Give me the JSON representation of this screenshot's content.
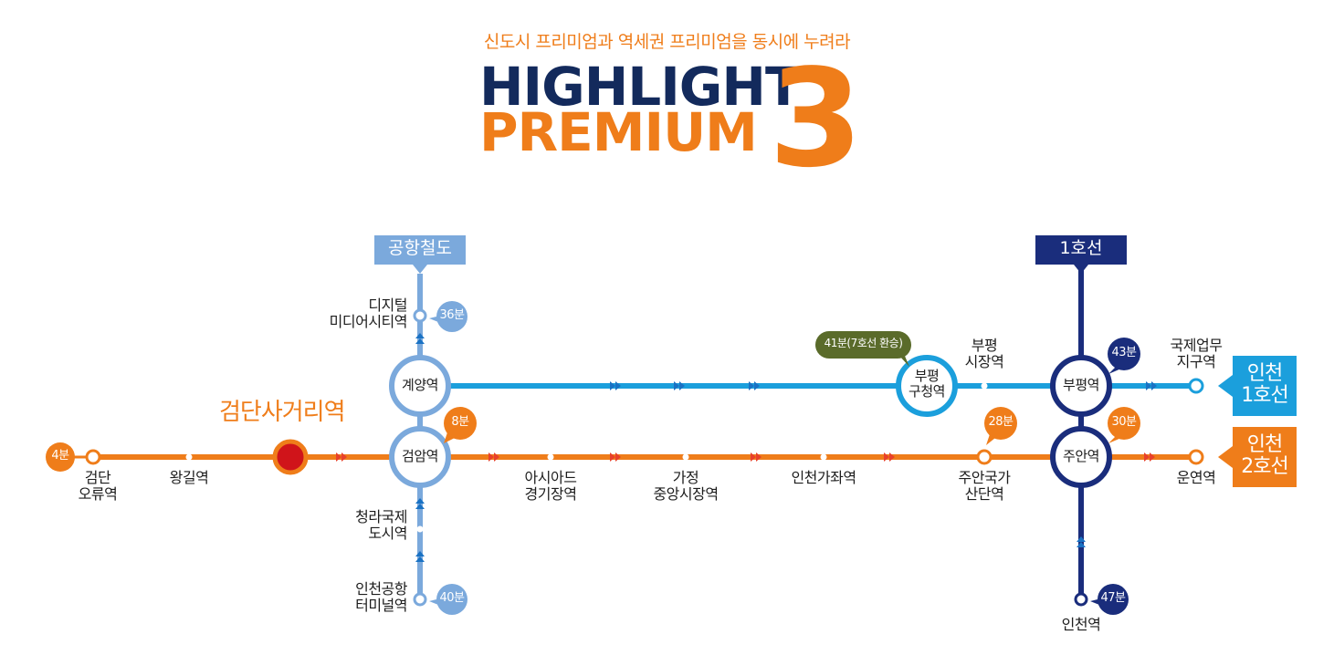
{
  "header": {
    "tagline": "신도시 프리미엄과 역세권 프리미엄을 동시에 누려라",
    "title_line1": "HIGHLIGHT",
    "title_line2": "PREMIUM",
    "number": "3"
  },
  "colors": {
    "orange": "#ef7d1a",
    "light_blue": "#1b9fdc",
    "airport_blue": "#7ba9dc",
    "navy": "#1a2d7c",
    "olive": "#5a6b2a",
    "red": "#d0141a"
  },
  "lines": {
    "airport": "공항철도",
    "line1": "1호선",
    "incheon1": "인천\n1호선",
    "incheon2": "인천\n2호선"
  },
  "stations": {
    "oryu": "검단\n오류역",
    "wanggil": "왕길역",
    "geomdan_sageori": "검단사거리역",
    "geomam": "검암역",
    "gyeyang": "계양역",
    "digital": "디지털\n미디어시티역",
    "cheongna": "청라국제\n도시역",
    "airport_terminal": "인천공항\n터미널역",
    "asiad": "아시아드\n경기장역",
    "gajeong": "가정\n중앙시장역",
    "gajwa": "인천가좌역",
    "juan_gukga": "주안국가\n산단역",
    "bupyeong_gucheong": "부평\n구청역",
    "bupyeong_market": "부평\n시장역",
    "bupyeong": "부평역",
    "juan": "주안역",
    "gukje": "국제업무\n지구역",
    "unyeon": "운연역",
    "incheon": "인천역"
  },
  "times": {
    "oryu": "4분",
    "geomam": "8분",
    "digital": "36분",
    "airport_terminal": "40분",
    "bupyeong_gucheong": "41분(7호선 환승)",
    "bupyeong": "43분",
    "juan_gukga": "28분",
    "juan": "30분",
    "incheon": "47분"
  }
}
